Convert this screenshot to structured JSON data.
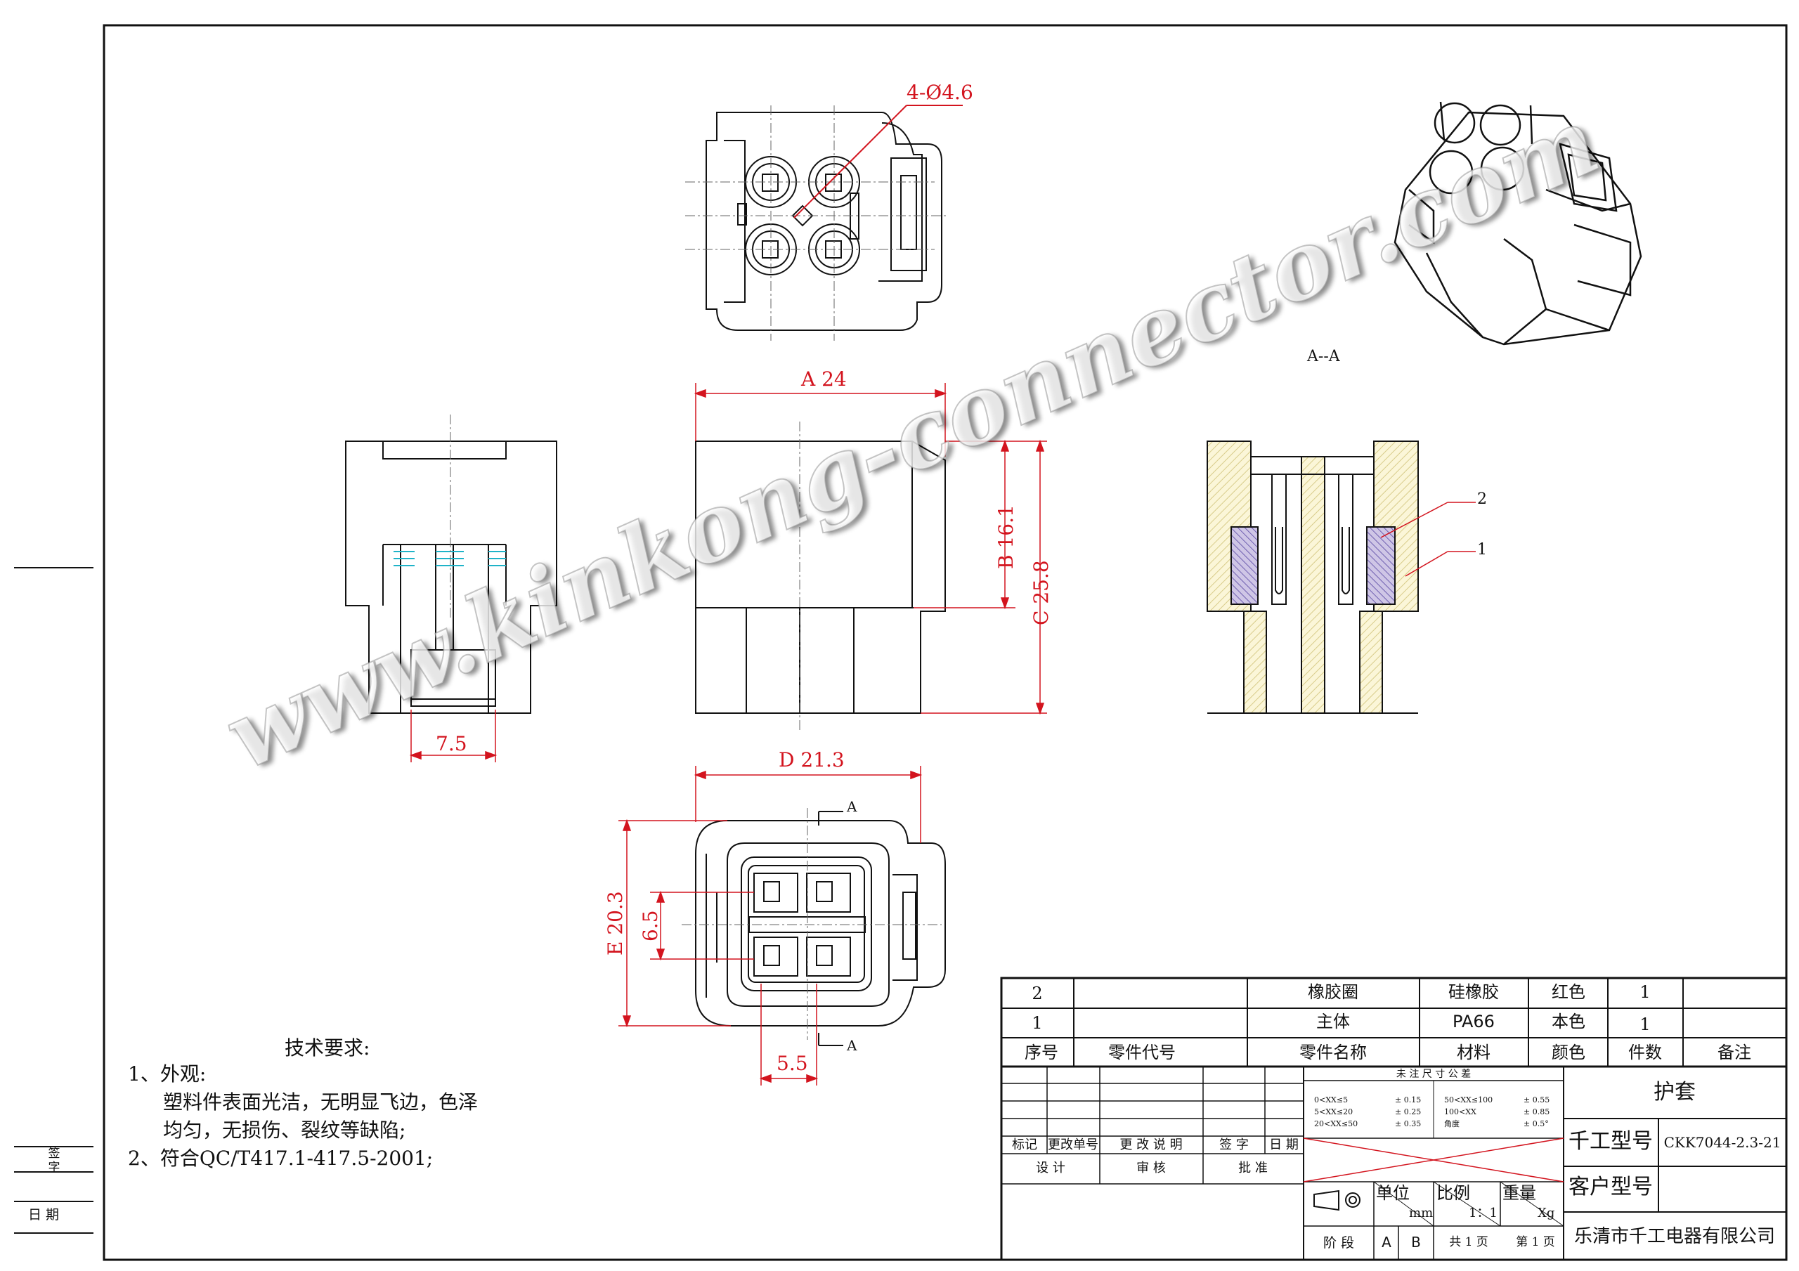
{
  "views": {
    "top_view": {
      "hole_callout": "4-Ø4.6"
    },
    "front_view": {
      "dim_width": "A  24",
      "dim_b": "B  16.1",
      "dim_c": "C  25.8"
    },
    "side_view": {
      "dim_slot": "7.5"
    },
    "bottom_view": {
      "dim_width": "D  21.3",
      "dim_e": "E  20.3",
      "dim_pitch_v": "6.5",
      "dim_pitch_h": "5.5",
      "section_mark": "A"
    },
    "section_view": {
      "title": "A--A",
      "callout_1": "1",
      "callout_2": "2"
    }
  },
  "watermark": "www.kinkong-connector.com",
  "tech_notes": {
    "title": "技术要求:",
    "item1": "1、外观:",
    "item1_line1": "塑料件表面光洁，无明显飞边，色泽",
    "item1_line2": "均匀，无损伤、裂纹等缺陷;",
    "item2": "2、符合QC/T417.1-417.5-2001;"
  },
  "side_stamp": {
    "sign": "签  字",
    "date": "日    期"
  },
  "bom": {
    "headers": [
      "序号",
      "零件代号",
      "零件名称",
      "材料",
      "颜色",
      "件数",
      "备注"
    ],
    "rows": [
      {
        "no": "2",
        "code": "",
        "name": "橡胶圈",
        "material": "硅橡胶",
        "color": "红色",
        "qty": "1",
        "remark": ""
      },
      {
        "no": "1",
        "code": "",
        "name": "主体",
        "material": "PA66",
        "color": "本色",
        "qty": "1",
        "remark": ""
      }
    ]
  },
  "title_block": {
    "revision_headers": [
      "标记",
      "更改单号",
      "更 改 说 明",
      "签 字",
      "日 期"
    ],
    "approval_labels": [
      "设 计",
      "审 核",
      "批 准"
    ],
    "tolerance_title": "未 注 尺 寸 公 差",
    "tolerance": [
      [
        "0<XX≤5",
        "± 0.15",
        "50<XX≤100",
        "± 0.55"
      ],
      [
        "5<XX≤20",
        "± 0.25",
        "100<XX",
        "± 0.85"
      ],
      [
        "20<XX≤50",
        "± 0.35",
        "角度",
        "± 0.5°"
      ]
    ],
    "part_name": "护套",
    "qg_label": "千工型号",
    "qg_model": "CKK7044-2.3-21",
    "customer_label": "客户型号",
    "customer_model": "",
    "unit_label": "单位",
    "unit_value": "mm",
    "scale_label": "比例",
    "scale_value": "1：1",
    "weight_label": "重量",
    "weight_value": "Xg",
    "stage_label": "阶 段",
    "stage_a": "A",
    "stage_b": "B",
    "sheet_total": "共 1 页",
    "sheet_no": "第 1 页",
    "company": "乐清市千工电器有限公司"
  }
}
